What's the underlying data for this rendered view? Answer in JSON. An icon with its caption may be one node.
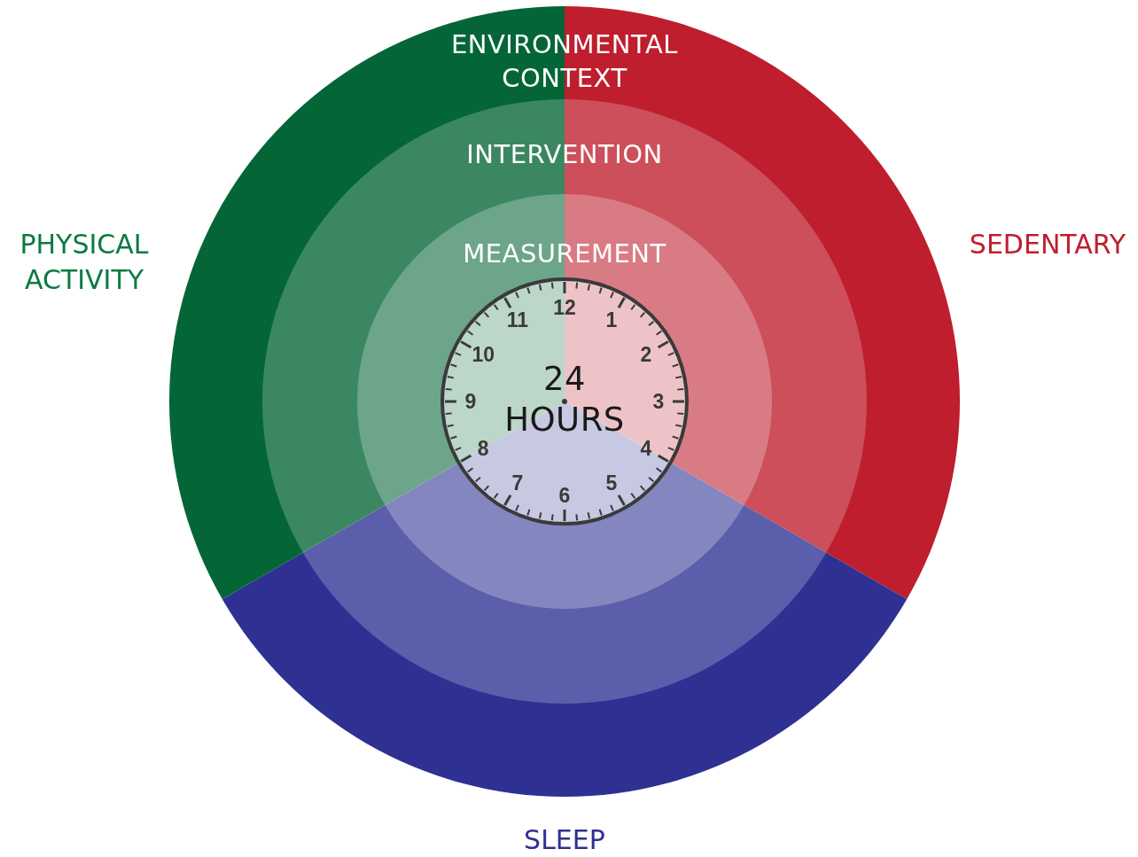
{
  "diagram": {
    "nodes": [
      {
        "text": [
          "ENVIRONMENTAL CONTEXT"
        ]
      },
      {
        "text": [
          "INTERVENTION"
        ],
        "in": 0
      },
      {
        "text": [
          "MEASUREMENT"
        ],
        "in": 1
      },
      {
        "text": [
          "24 HOURS"
        ],
        "in": 2
      }
    ],
    "labels": [
      "PHYSICAL ACTIVITY",
      "SEDENTARY",
      "12",
      "1",
      "2",
      "3",
      "4",
      "5",
      "6",
      "7",
      "8",
      "9",
      "10",
      "11",
      "SLEEP"
    ]
  }
}
